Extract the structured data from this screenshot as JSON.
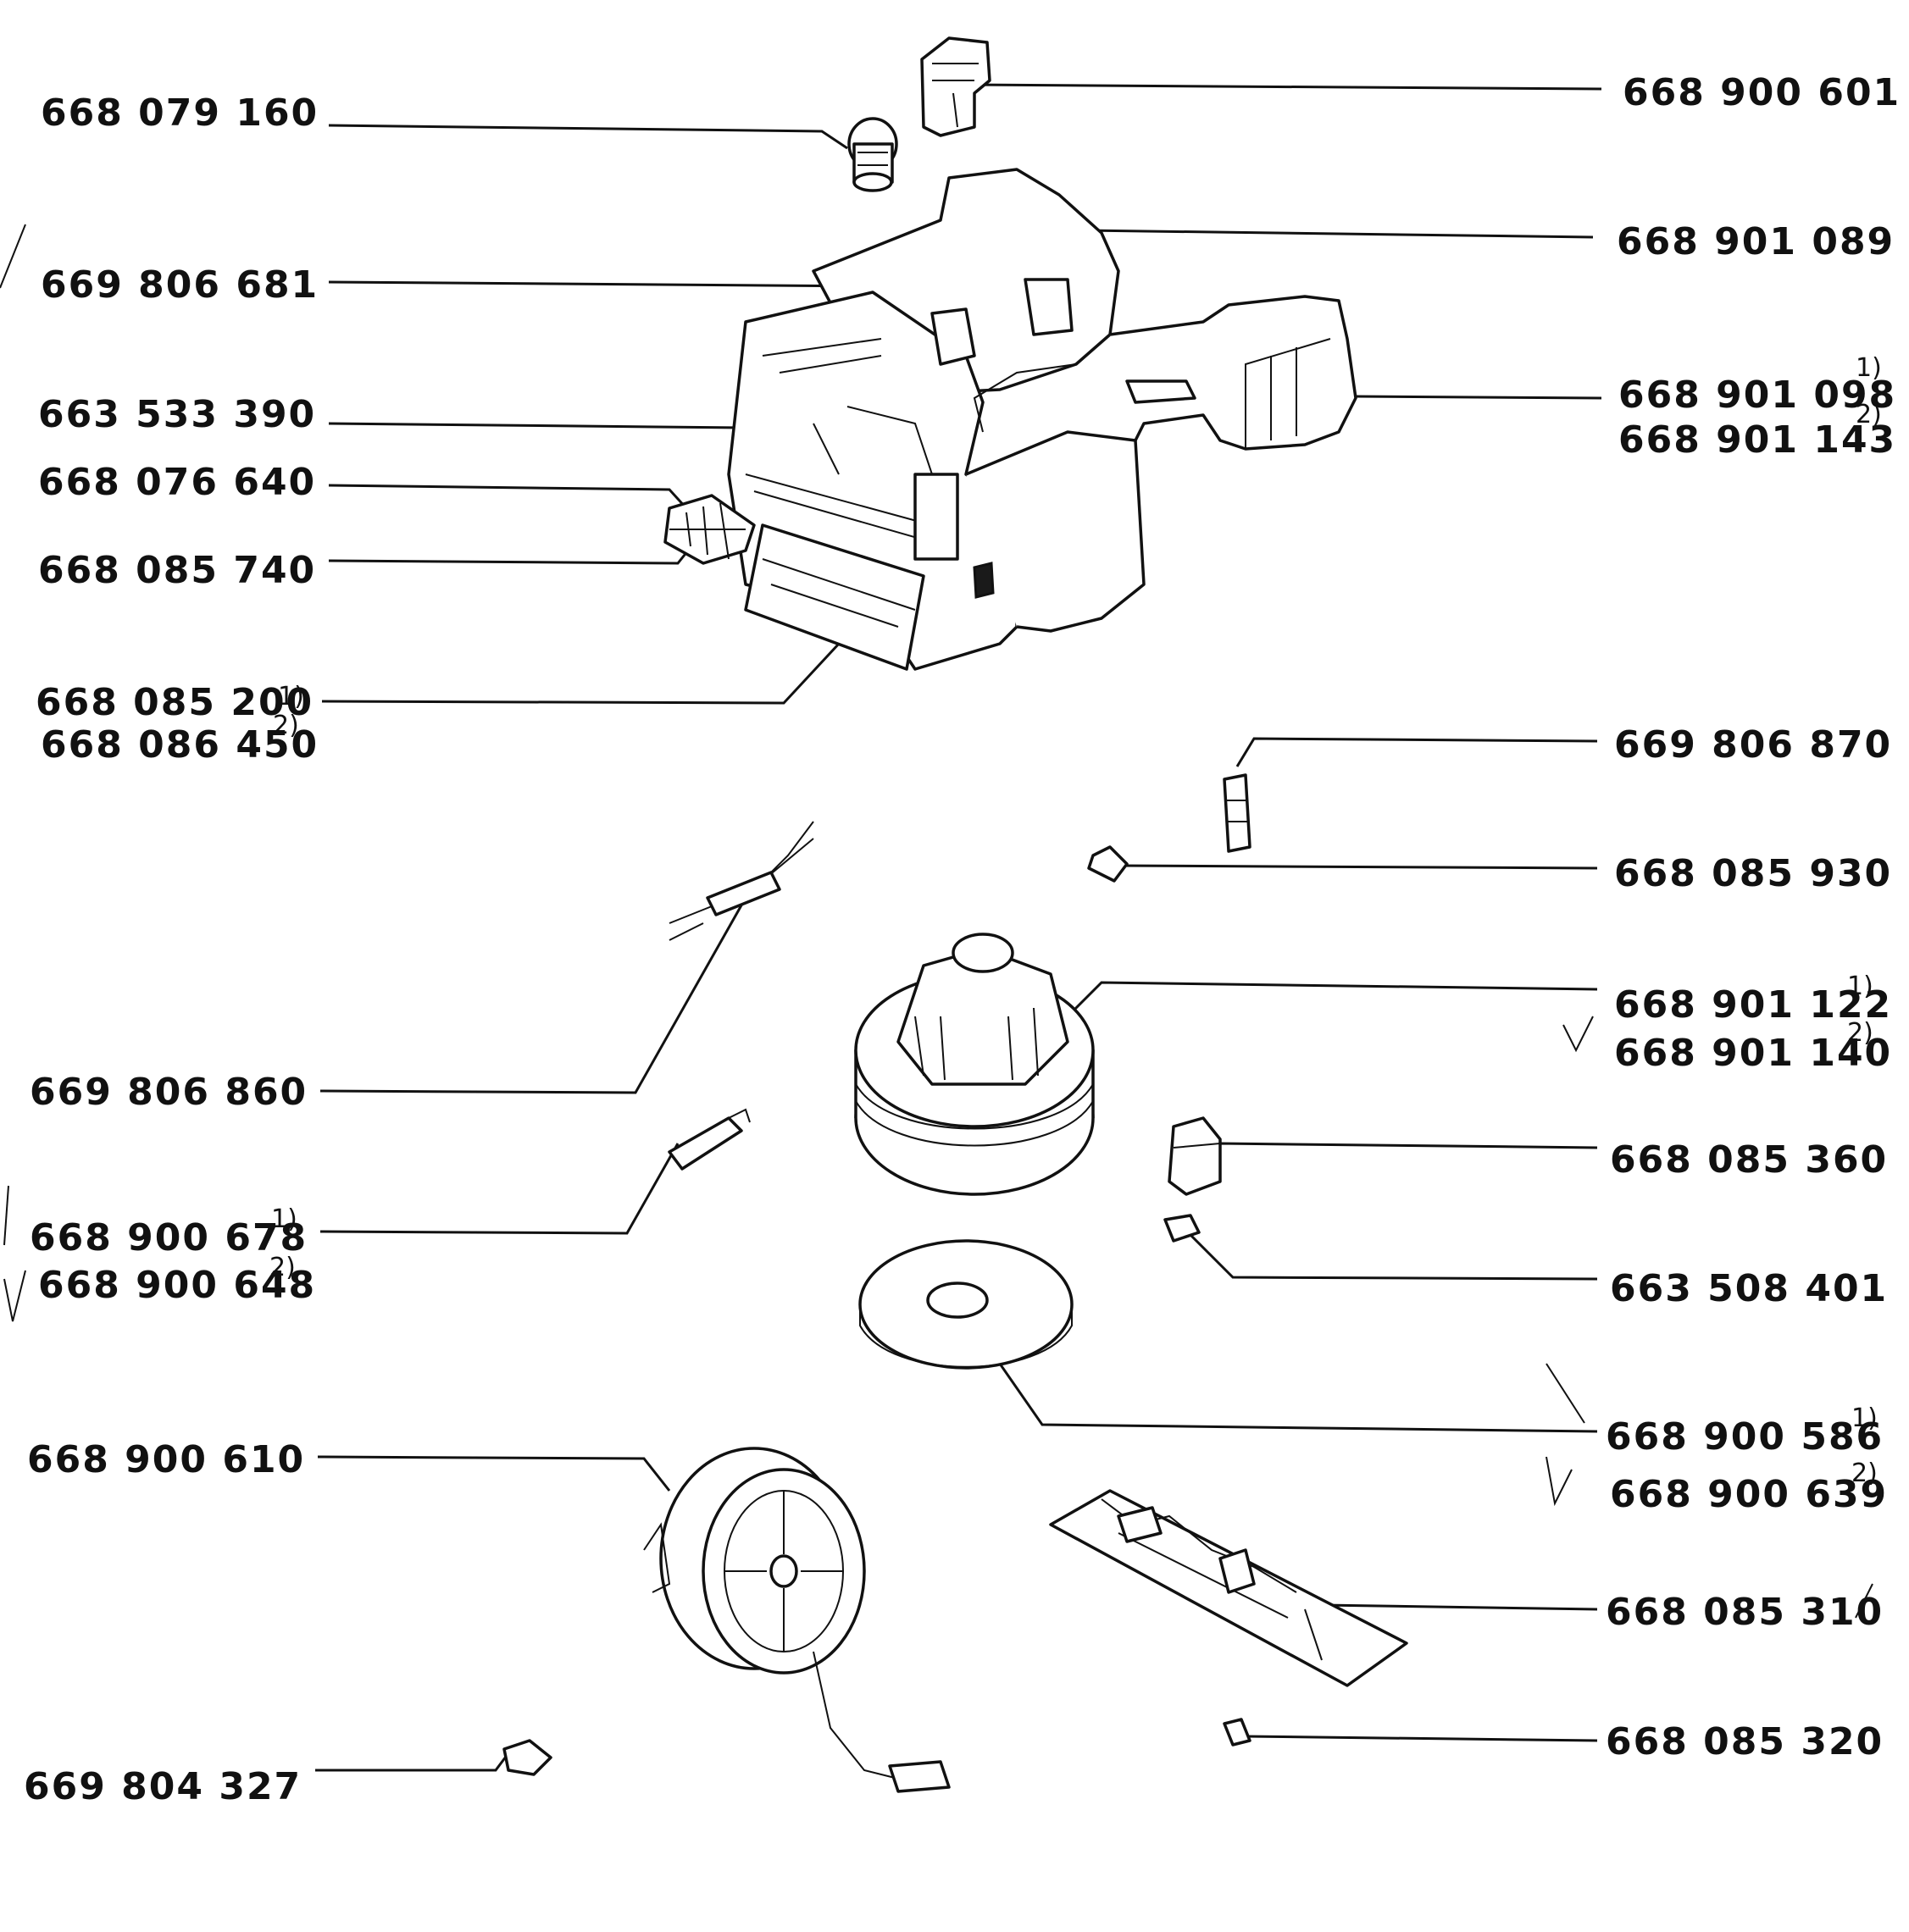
{
  "labels_left": [
    {
      "id": "l1",
      "text": "668 079 160"
    },
    {
      "id": "l2",
      "text": "669 806 681"
    },
    {
      "id": "l3",
      "text": "663 533 390"
    },
    {
      "id": "l4",
      "text": "668 076 640"
    },
    {
      "id": "l5",
      "text": "668 085 740"
    },
    {
      "id": "l6a",
      "text": "668 085 200"
    },
    {
      "id": "l6b",
      "text": "668 086 450"
    },
    {
      "id": "l7",
      "text": "669 806 860"
    },
    {
      "id": "l8a",
      "text": "668 900 678"
    },
    {
      "id": "l8b",
      "text": "668 900 648"
    },
    {
      "id": "l9",
      "text": "668 900 610"
    },
    {
      "id": "l10",
      "text": "669 804 327"
    }
  ],
  "labels_right": [
    {
      "id": "r1",
      "text": "668 900 601"
    },
    {
      "id": "r2",
      "text": "668 901 089"
    },
    {
      "id": "r3a",
      "text": "668 901 098"
    },
    {
      "id": "r3b",
      "text": "668 901 143"
    },
    {
      "id": "r4",
      "text": "669 806 870"
    },
    {
      "id": "r5",
      "text": "668 085 930"
    },
    {
      "id": "r6a",
      "text": "668 901 122"
    },
    {
      "id": "r6b",
      "text": "668 901 140"
    },
    {
      "id": "r7",
      "text": "668 085 360"
    },
    {
      "id": "r8",
      "text": "663 508 401"
    },
    {
      "id": "r9a",
      "text": "668 900 586"
    },
    {
      "id": "r9b",
      "text": "668 900 639"
    },
    {
      "id": "r10",
      "text": "668 085 310"
    },
    {
      "id": "r11",
      "text": "668 085 320"
    }
  ],
  "footnotes": {
    "one": "1)",
    "two": "2)"
  }
}
